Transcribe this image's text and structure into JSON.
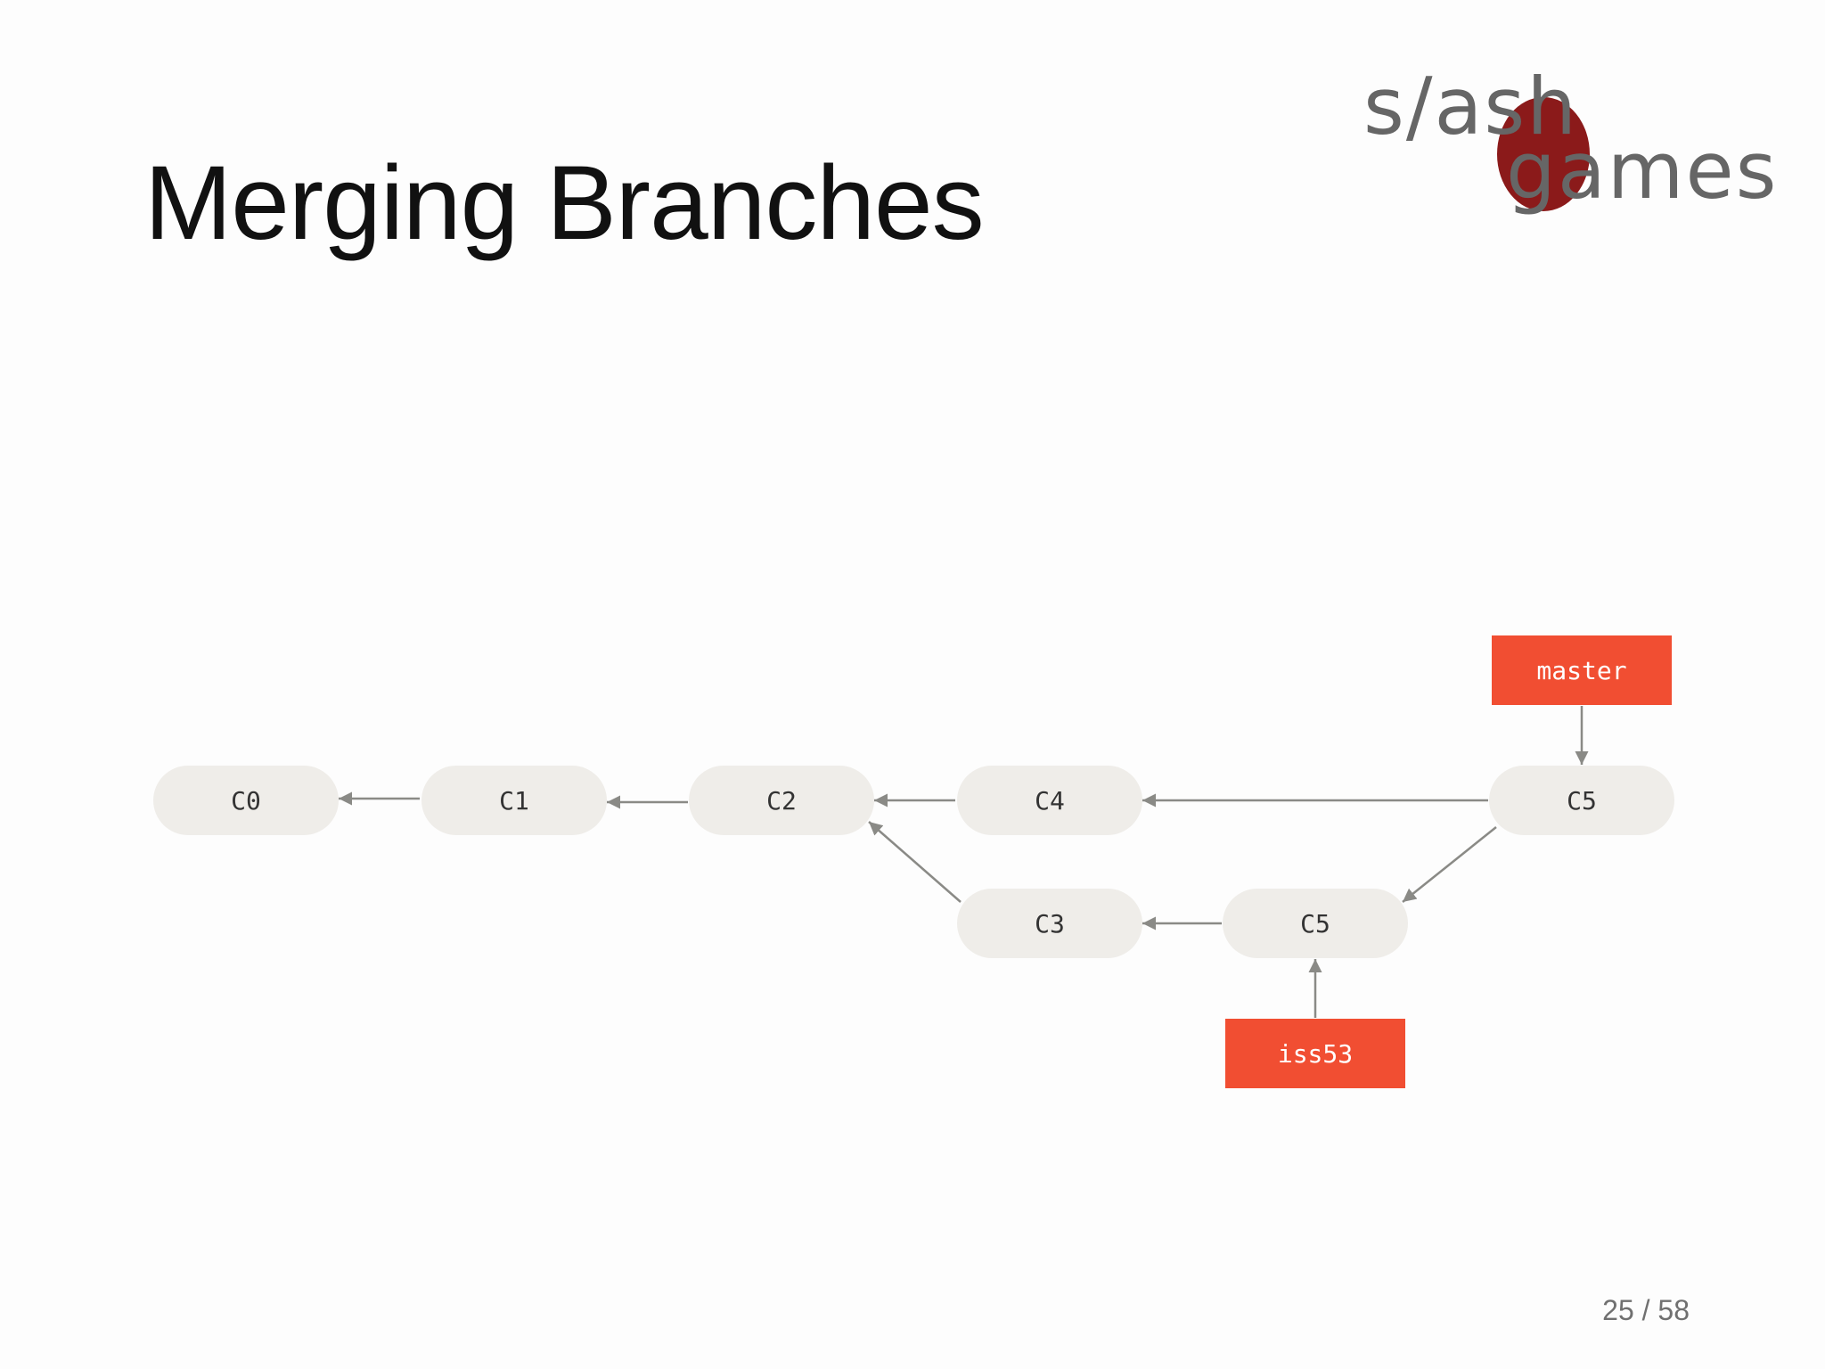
{
  "slide": {
    "title": "Merging Branches",
    "page_number": "25 / 58"
  },
  "logo": {
    "line1": "s/ash",
    "line2": "games",
    "colors": {
      "text": "#666666",
      "mark": "#8b1a1a"
    }
  },
  "diagram": {
    "commits": [
      {
        "id": "c0",
        "label": "C0"
      },
      {
        "id": "c1",
        "label": "C1"
      },
      {
        "id": "c2",
        "label": "C2"
      },
      {
        "id": "c4",
        "label": "C4"
      },
      {
        "id": "c5-top",
        "label": "C5"
      },
      {
        "id": "c3",
        "label": "C3"
      },
      {
        "id": "c5-bottom",
        "label": "C5"
      }
    ],
    "branches": [
      {
        "id": "master",
        "label": "master",
        "points_to": "c5-top"
      },
      {
        "id": "iss53",
        "label": "iss53",
        "points_to": "c5-bottom"
      }
    ],
    "edges": [
      {
        "from": "c1",
        "to": "c0"
      },
      {
        "from": "c2",
        "to": "c1"
      },
      {
        "from": "c4",
        "to": "c2"
      },
      {
        "from": "c5-top",
        "to": "c4"
      },
      {
        "from": "c5-top",
        "to": "c5-bottom"
      },
      {
        "from": "c3",
        "to": "c2"
      },
      {
        "from": "c5-bottom",
        "to": "c3"
      },
      {
        "from": "master",
        "to": "c5-top"
      },
      {
        "from": "iss53",
        "to": "c5-bottom"
      }
    ],
    "colors": {
      "commit_fill": "#efede9",
      "commit_text": "#333333",
      "branch_fill": "#f14e32",
      "branch_text": "#ffffff",
      "edge": "#8a8a86"
    }
  }
}
